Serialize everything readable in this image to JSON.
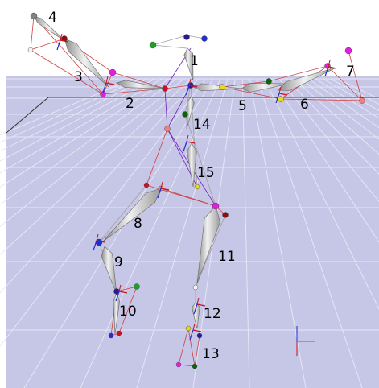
{
  "scene": {
    "floor_color": "#c6c6e6",
    "grid_color": "#e6e6f6",
    "background_color": "#ffffff"
  },
  "segments": [
    {
      "id": "1",
      "label": "1"
    },
    {
      "id": "2",
      "label": "2"
    },
    {
      "id": "3",
      "label": "3"
    },
    {
      "id": "4",
      "label": "4"
    },
    {
      "id": "5",
      "label": "5"
    },
    {
      "id": "6",
      "label": "6"
    },
    {
      "id": "7",
      "label": "7"
    },
    {
      "id": "8",
      "label": "8"
    },
    {
      "id": "9",
      "label": "9"
    },
    {
      "id": "10",
      "label": "10"
    },
    {
      "id": "11",
      "label": "11"
    },
    {
      "id": "12",
      "label": "12"
    },
    {
      "id": "13",
      "label": "13"
    },
    {
      "id": "14",
      "label": "14"
    },
    {
      "id": "15",
      "label": "15"
    }
  ],
  "marker_colors": {
    "magenta": "#e020e0",
    "red": "#cc1020",
    "dark_red": "#8a1010",
    "blue": "#2030d0",
    "navy": "#301890",
    "yellow": "#e8d820",
    "green": "#20a020",
    "dark_green": "#106010",
    "pink": "#f08080",
    "grey": "#808080",
    "white": "#f4f4f4"
  },
  "line_colors": {
    "red": "#d04040",
    "purple": "#7020c0",
    "grey": "#a0a0a0"
  }
}
